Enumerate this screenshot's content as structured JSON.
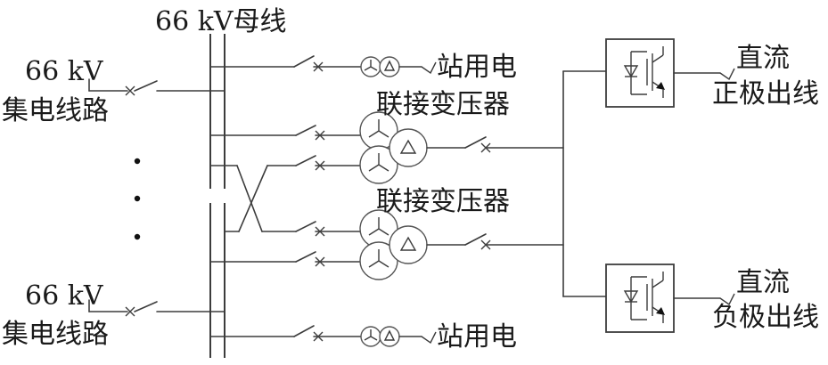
{
  "bus_label": "66 kV母线",
  "feeders": {
    "top_voltage": "66 kV",
    "top_name": "集电线路",
    "bottom_voltage": "66 kV",
    "bottom_name": "集电线路"
  },
  "station_service": {
    "top": "站用电",
    "bottom": "站用电"
  },
  "transformers": {
    "upper_label": "联接变压器",
    "lower_label": "联接变压器"
  },
  "outputs": {
    "positive_line1": "直流",
    "positive_line2": "正极出线",
    "negative_line1": "直流",
    "negative_line2": "负极出线"
  },
  "colors": {
    "line": "#3c3c3c",
    "coil": "#555555",
    "text": "#1a1a1a"
  }
}
